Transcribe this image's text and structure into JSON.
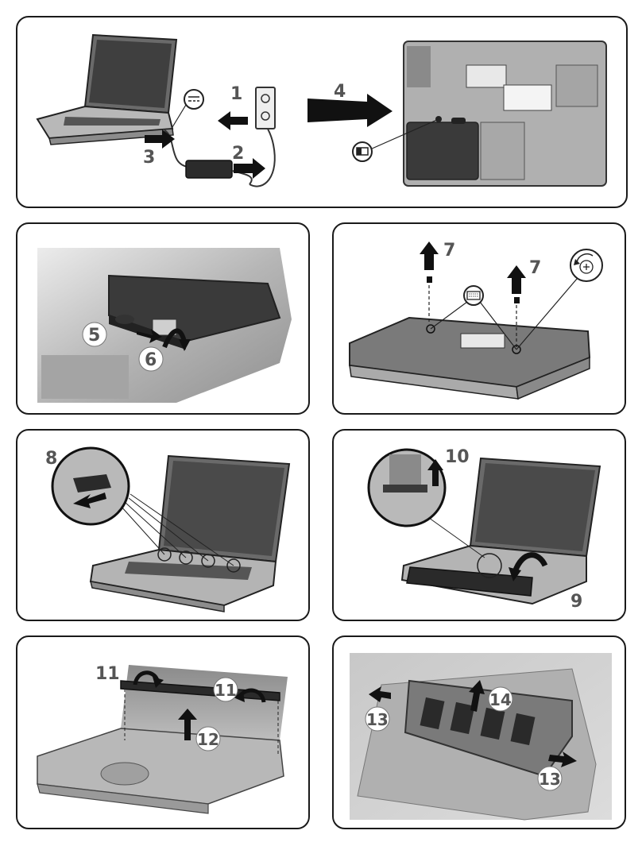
{
  "steps": {
    "s1": "1",
    "s2": "2",
    "s3": "3",
    "s4": "4",
    "s5": "5",
    "s6": "6",
    "s7a": "7",
    "s7b": "7",
    "s8": "8",
    "s9": "9",
    "s10": "10",
    "s11a": "11",
    "s11b": "11",
    "s12": "12",
    "s13a": "13",
    "s13b": "13",
    "s14": "14"
  },
  "icons": {
    "dc_power": "dc-power-icon",
    "battery": "battery-icon",
    "keyboard": "keyboard-icon",
    "screw_rotate": "screw-rotate-icon"
  },
  "colors": {
    "outline": "#1a1a1a",
    "laptop_body": "#b5b5b5",
    "laptop_dark": "#4a4a4a",
    "screen": "#555555",
    "panel_bg": "#ffffff",
    "arrow": "#111111",
    "label": "#555555"
  }
}
